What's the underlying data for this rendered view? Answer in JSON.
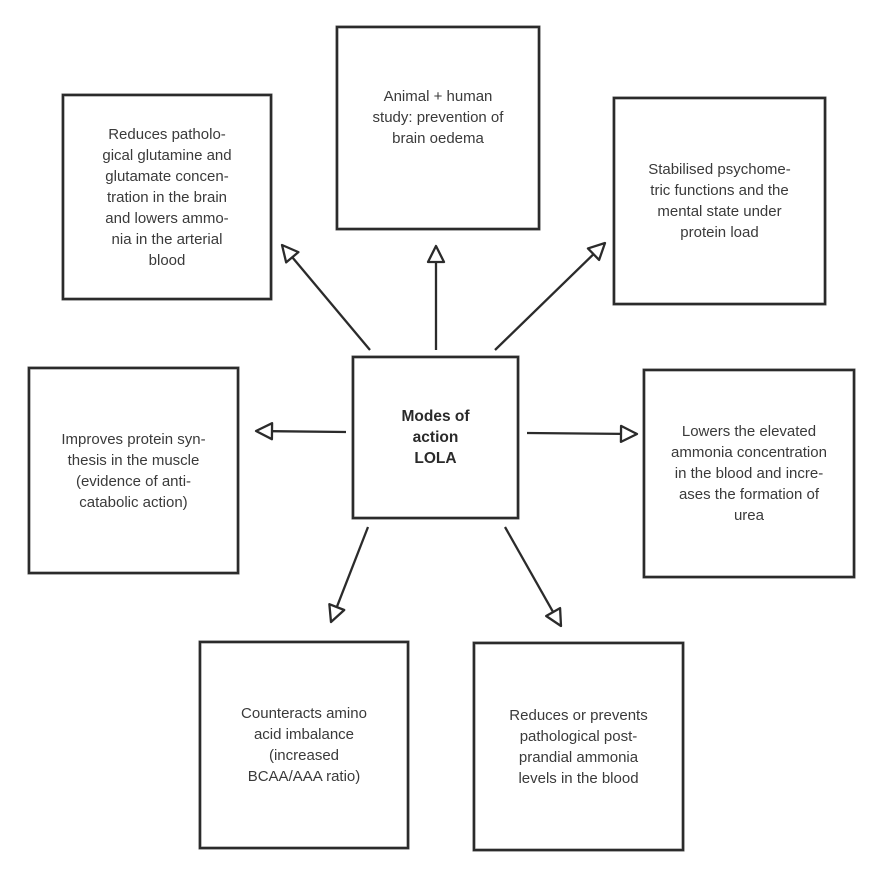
{
  "diagram": {
    "center": {
      "label": "Modes of\naction\nLOLA"
    },
    "nodes": {
      "top_left": "Reduces patholo-\ngical glutamine and\nglutamate concen-\ntration in the brain\nand lowers ammo-\nnia in the arterial\nblood",
      "top": "Animal + human\nstudy: prevention of\nbrain oedema",
      "top_right": "Stabilised psychome-\ntric functions and the\nmental state under\nprotein load",
      "left": "Improves protein syn-\nthesis in the muscle\n(evidence of anti-\ncatabolic action)",
      "right": "Lowers the elevated\nammonia concentration\nin the blood and incre-\nases the formation of\nurea",
      "bottom_left": "Counteracts amino\nacid imbalance\n(increased\nBCAA/AAA ratio)",
      "bottom_right": "Reduces or prevents\npathological post-\nprandial ammonia\nlevels in the blood"
    },
    "edges": [
      {
        "from": "center",
        "to": "top_left"
      },
      {
        "from": "center",
        "to": "top"
      },
      {
        "from": "center",
        "to": "top_right"
      },
      {
        "from": "center",
        "to": "left"
      },
      {
        "from": "center",
        "to": "right"
      },
      {
        "from": "center",
        "to": "bottom_left"
      },
      {
        "from": "center",
        "to": "bottom_right"
      }
    ],
    "colors": {
      "stroke": "#2b2b2b",
      "text": "#3a3a3a",
      "background": "#ffffff"
    }
  }
}
